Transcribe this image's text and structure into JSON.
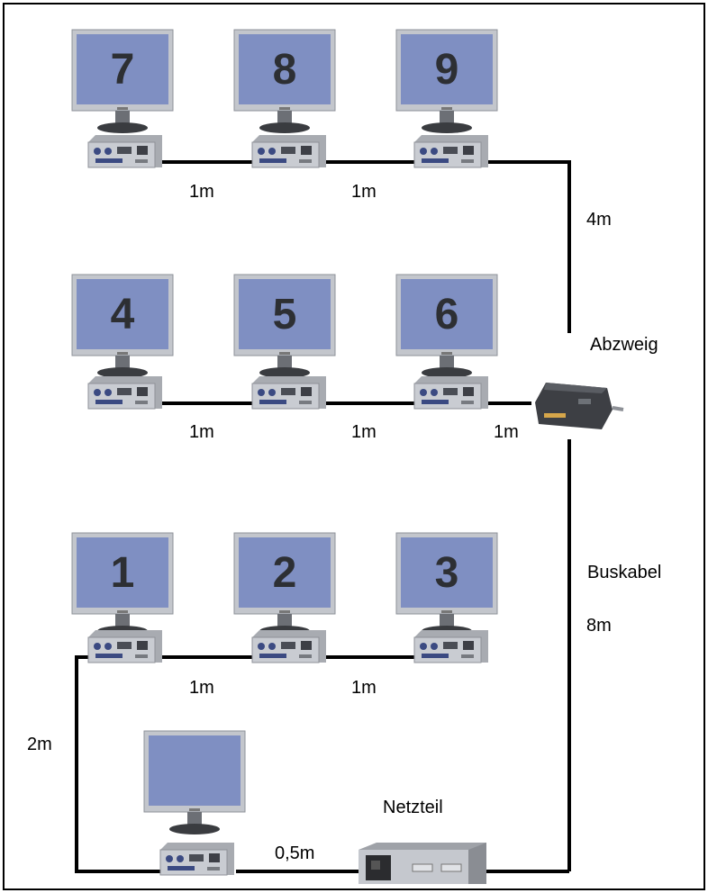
{
  "diagram": {
    "monitors": [
      {
        "id": "m7",
        "number": "7"
      },
      {
        "id": "m8",
        "number": "8"
      },
      {
        "id": "m9",
        "number": "9"
      },
      {
        "id": "m4",
        "number": "4"
      },
      {
        "id": "m5",
        "number": "5"
      },
      {
        "id": "m6",
        "number": "6"
      },
      {
        "id": "m1",
        "number": "1"
      },
      {
        "id": "m2",
        "number": "2"
      },
      {
        "id": "m3",
        "number": "3"
      },
      {
        "id": "m0",
        "number": ""
      }
    ],
    "labels": {
      "top_link_1": "1m",
      "top_link_2": "1m",
      "top_riser": "4m",
      "branch": "Abzweig",
      "mid_link_1": "1m",
      "mid_link_2": "1m",
      "mid_link_3": "1m",
      "bus_cable": "Buskabel",
      "bus_length": "8m",
      "bot_link_1": "1m",
      "bot_link_2": "1m",
      "left_riser": "2m",
      "power_supply": "Netzteil",
      "psu_link": "0,5m"
    },
    "colors": {
      "screen": "#7f8fc2",
      "bezel": "#c3c6cc",
      "digit": "#2d2f33",
      "cable": "#000000",
      "box": "#c9ccd2"
    }
  }
}
